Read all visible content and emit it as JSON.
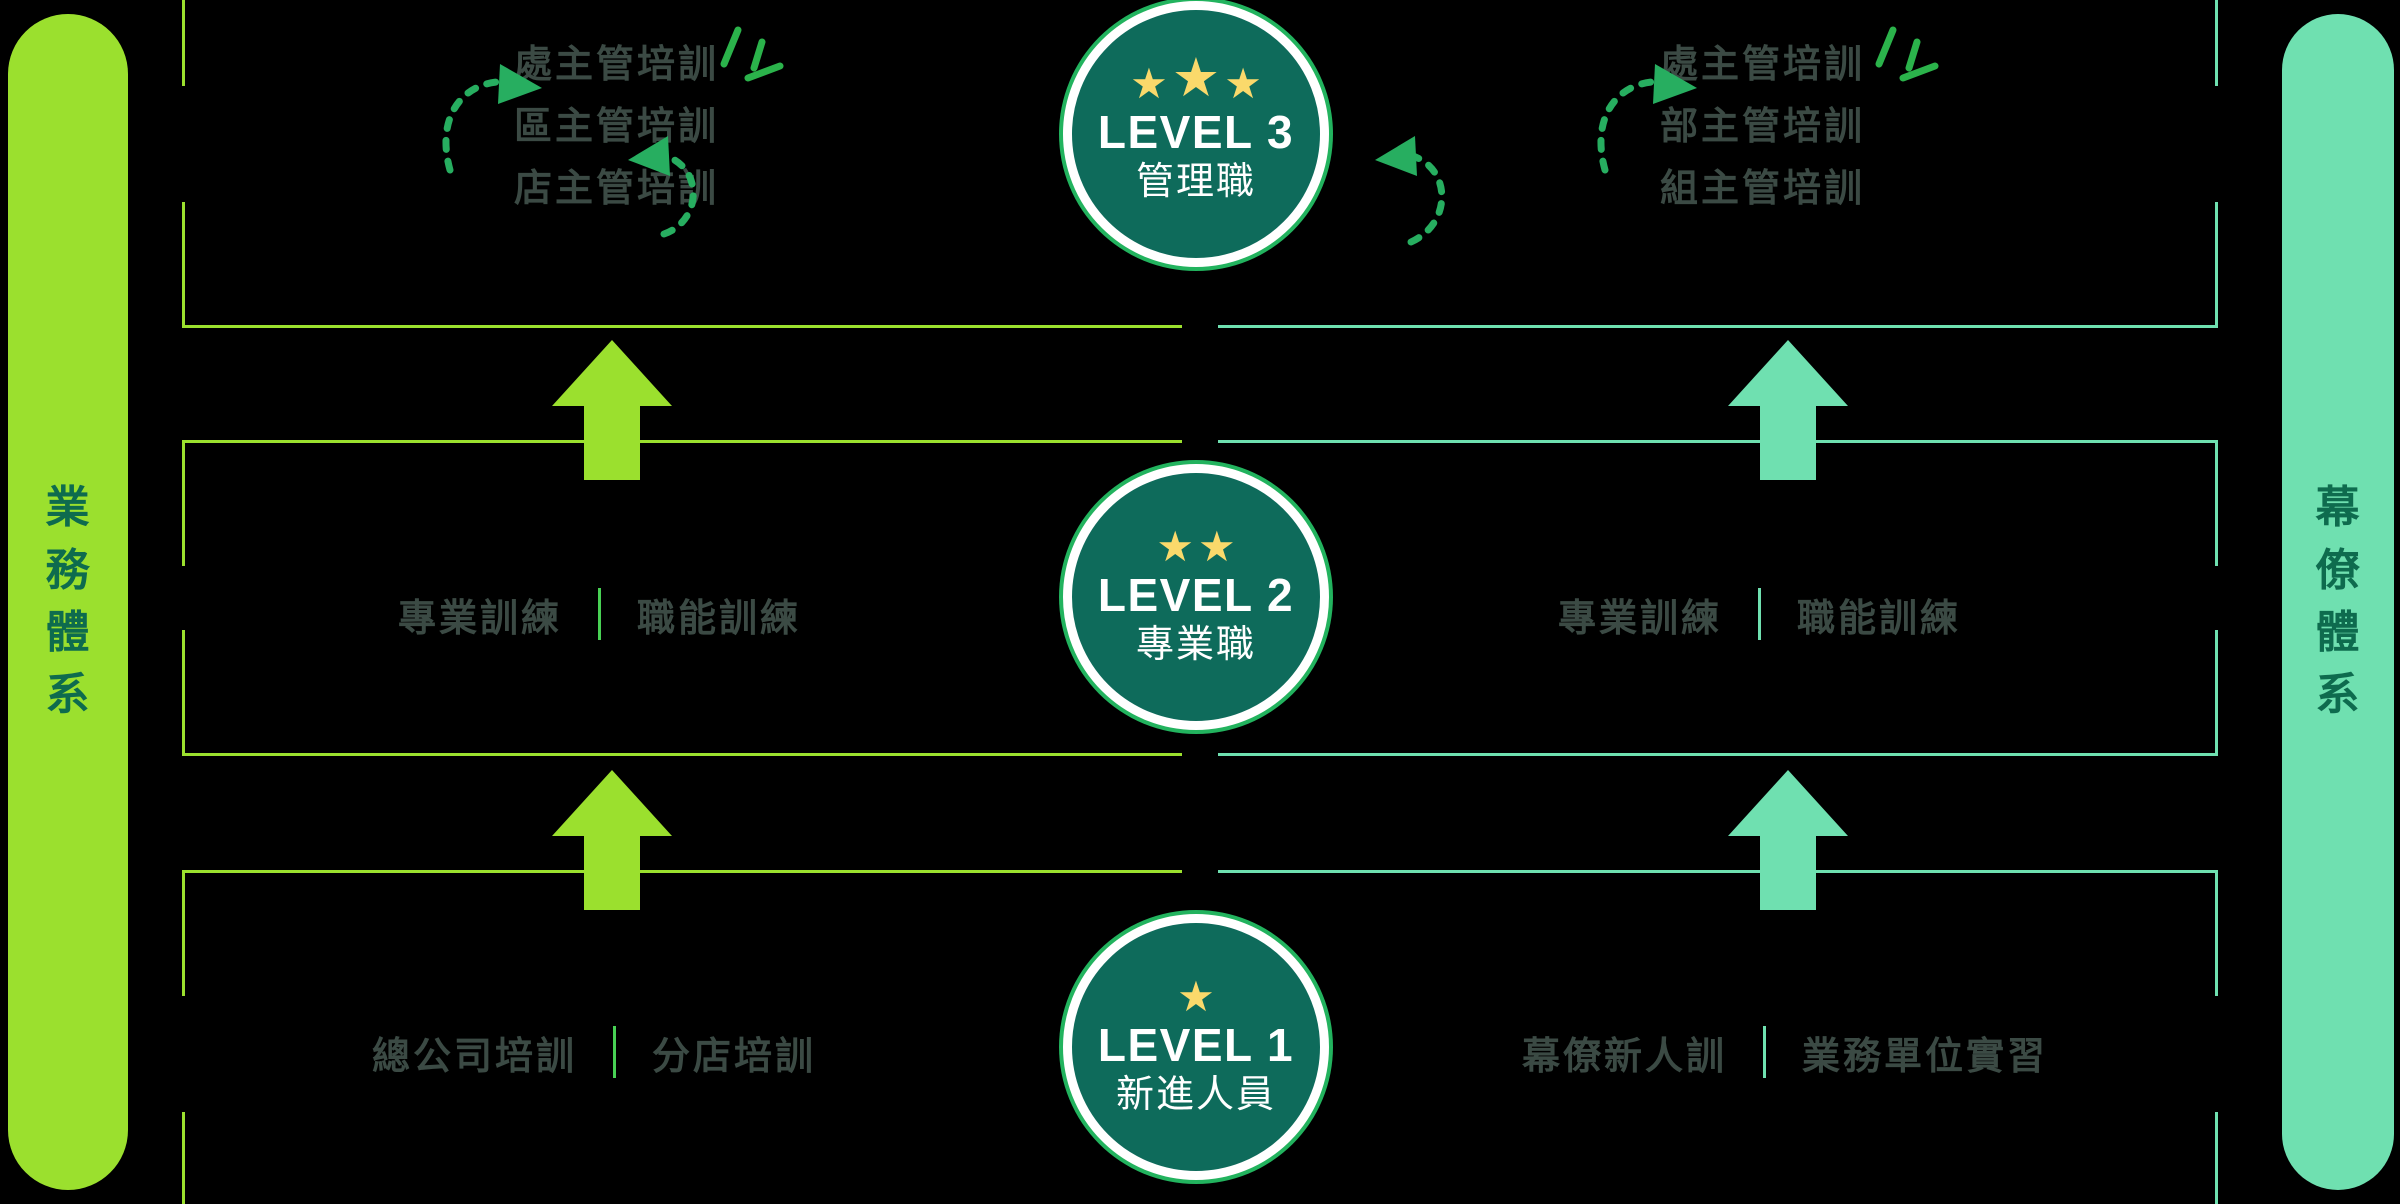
{
  "colors": {
    "background": "#000000",
    "sales_green": "#9BE02E",
    "staff_mint": "#6FE0B0",
    "badge_fill": "#0E6B5B",
    "badge_ring": "#22B35E",
    "star_gold": "#FAD96B",
    "label_text": "#3B4A44",
    "pill_text": "#0E6B4E",
    "divider_green": "#48D154"
  },
  "side_labels": {
    "left": {
      "name": "業務體系",
      "chars": [
        "業",
        "務",
        "體",
        "系"
      ]
    },
    "right": {
      "name": "幕僚體系",
      "chars": [
        "幕",
        "僚",
        "體",
        "系"
      ]
    }
  },
  "badges": [
    {
      "id": "level-3",
      "level_label": "LEVEL 3",
      "sub_label": "管理職",
      "stars": 3,
      "star_sizes": [
        "sm",
        "lg",
        "sm"
      ]
    },
    {
      "id": "level-2",
      "level_label": "LEVEL 2",
      "sub_label": "專業職",
      "stars": 2,
      "star_sizes": [
        "sm",
        "sm"
      ]
    },
    {
      "id": "level-1",
      "level_label": "LEVEL 1",
      "sub_label": "新進人員",
      "stars": 1,
      "star_sizes": [
        "sm"
      ]
    }
  ],
  "star_glyph": "★",
  "tiers": [
    {
      "id": "tier-level-3",
      "layout": "stack",
      "left": {
        "track": "業務體系",
        "items": [
          "處主管培訓",
          "區主管培訓",
          "店主管培訓"
        ]
      },
      "right": {
        "track": "幕僚體系",
        "items": [
          "處主管培訓",
          "部主管培訓",
          "組主管培訓"
        ]
      }
    },
    {
      "id": "tier-level-2",
      "layout": "inline",
      "left": {
        "track": "業務體系",
        "items": [
          "專業訓練",
          "職能訓練"
        ]
      },
      "right": {
        "track": "幕僚體系",
        "items": [
          "專業訓練",
          "職能訓練"
        ]
      }
    },
    {
      "id": "tier-level-1",
      "layout": "inline",
      "left": {
        "track": "業務體系",
        "items": [
          "總公司培訓",
          "分店培訓"
        ]
      },
      "right": {
        "track": "幕僚體系",
        "items": [
          "幕僚新人訓",
          "業務單位實習"
        ]
      }
    }
  ],
  "progression_arrows": [
    {
      "id": "arrow-left-l1-to-l2",
      "direction": "up",
      "color": "#9BE02E"
    },
    {
      "id": "arrow-left-l2-to-l3",
      "direction": "up",
      "color": "#9BE02E"
    },
    {
      "id": "arrow-right-l1-to-l2",
      "direction": "up",
      "color": "#6FE0B0"
    },
    {
      "id": "arrow-right-l2-to-l3",
      "direction": "up",
      "color": "#6FE0B0"
    }
  ]
}
